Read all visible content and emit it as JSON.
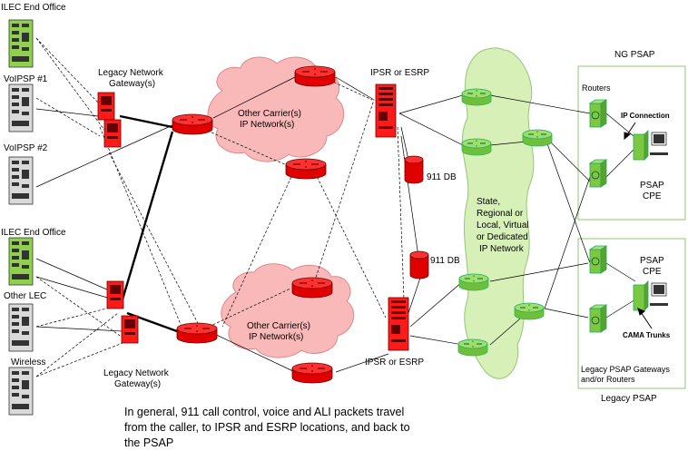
{
  "labels": {
    "ilec_top": "ILEC End Office",
    "voipsp1": "VoIPSP #1",
    "voipsp2": "VoIPSP #2",
    "ilec_bottom": "ILEC End Office",
    "other_lec": "Other LEC",
    "wireless": "Wireless",
    "gateway_top_1": "Legacy Network",
    "gateway_top_2": "Gateway(s)",
    "gateway_bottom_1": "Legacy Network",
    "gateway_bottom_2": "Gateway(s)",
    "cloud_top_1": "Other Carrier(s)",
    "cloud_top_2": "IP Network(s)",
    "cloud_bottom_1": "Other Carrier(s)",
    "cloud_bottom_2": "IP Network(s)",
    "ipsr_top": "IPSR or ESRP",
    "ipsr_bottom": "IPSR or ESRP",
    "db_top": "911 DB",
    "db_bottom": "911 DB",
    "state_net_1": "State,",
    "state_net_2": "Regional or",
    "state_net_3": "Local, Virtual",
    "state_net_4": "or Dedicated",
    "state_net_5": "IP Network",
    "ng_psap": "NG PSAP",
    "routers": "Routers",
    "ip_connection": "IP Connection",
    "psap_cpe_top_1": "PSAP",
    "psap_cpe_top_2": "CPE",
    "psap_cpe_bottom_1": "PSAP",
    "psap_cpe_bottom_2": "CPE",
    "cama_trunks": "CAMA Trunks",
    "legacy_gateways_1": "Legacy PSAP Gateways",
    "legacy_gateways_2": "and/or Routers",
    "legacy_psap": "Legacy PSAP"
  },
  "caption": {
    "line1": "In general, 911 call control, voice and ALI packets travel",
    "line2": "from the caller, to IPSR and ESRP locations, and back to",
    "line3": "the PSAP"
  },
  "colors": {
    "red_device": "#ff1a1a",
    "green_device": "#8fd14f",
    "gray_device": "#d9d9d9",
    "cloud_pink": "#f9b9b9",
    "cloud_green": "#d6f0b8"
  }
}
